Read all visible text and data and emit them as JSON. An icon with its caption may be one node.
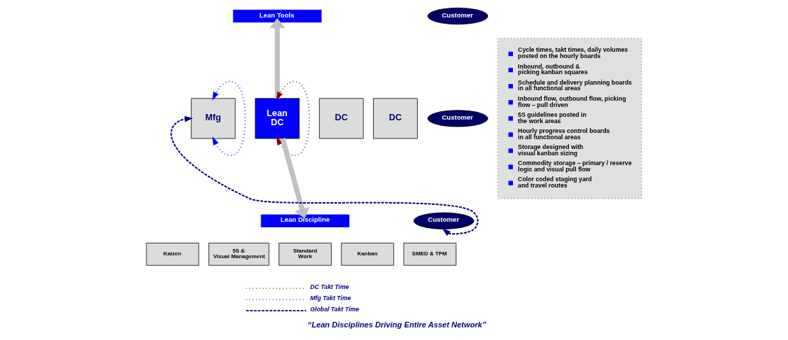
{
  "diagram": {
    "caption": "“Lean Disciplines Driving Entire Asset Network”",
    "nodes": [
      {
        "text": [
          "Lean Tools"
        ]
      },
      {
        "text": [
          "Mfg"
        ]
      },
      {
        "text": [
          "Lean DC"
        ]
      },
      {
        "text": [
          "DC"
        ]
      },
      {
        "text": [
          "DC"
        ]
      },
      {
        "text": [
          "Customer"
        ]
      },
      {
        "text": [
          "Customer"
        ]
      },
      {
        "text": [
          "Customer"
        ]
      },
      {
        "text": [
          "Lean Discipline"
        ]
      },
      {
        "text": [
          "Kaizen"
        ]
      },
      {
        "text": [
          "5S & Visual Management"
        ]
      },
      {
        "text": [
          "Standard Work"
        ]
      },
      {
        "text": [
          "Kanban"
        ]
      },
      {
        "text": [
          "SMED & TPM"
        ]
      },
      {
        "text": [
          "Cycle times, takt times, daily volumes posted on the hourly boards",
          "Inbound, outbound & picking kanban squares",
          "Schedule and delivery planning boards in all functional areas",
          "Inbound flow, outbound flow, picking flow – pull driven",
          "5S guidelines posted in the work areas",
          "Hourly progress control boards in all functional areas",
          "Storage designed with visual kanban sizing",
          "Commodity storage – primary / reserve logic and visual pull flow",
          "Color coded staging yard and travel routes"
        ]
      }
    ],
    "edges": [
      {
        "from": 2,
        "to": 0,
        "arrow": "to",
        "style": "thick",
        "color": "#c0c0c0"
      },
      {
        "from": 2,
        "to": 8,
        "arrow": "to",
        "style": "thick",
        "color": "#c0c0c0"
      },
      {
        "from": 2,
        "to": 2,
        "arrow": "both",
        "style": "dashed",
        "color": "#800000"
      },
      {
        "from": 1,
        "to": 1,
        "arrow": "both",
        "style": "dashed",
        "color": "#0000ff"
      },
      {
        "from": 7,
        "to": 1,
        "arrow": "both",
        "style": "dashed",
        "color": "#000080"
      }
    ],
    "legend": [
      {
        "text": "DC Takt Time"
      },
      {
        "text": "Mfg Takt Time"
      },
      {
        "text": "Global Takt Time"
      }
    ]
  }
}
